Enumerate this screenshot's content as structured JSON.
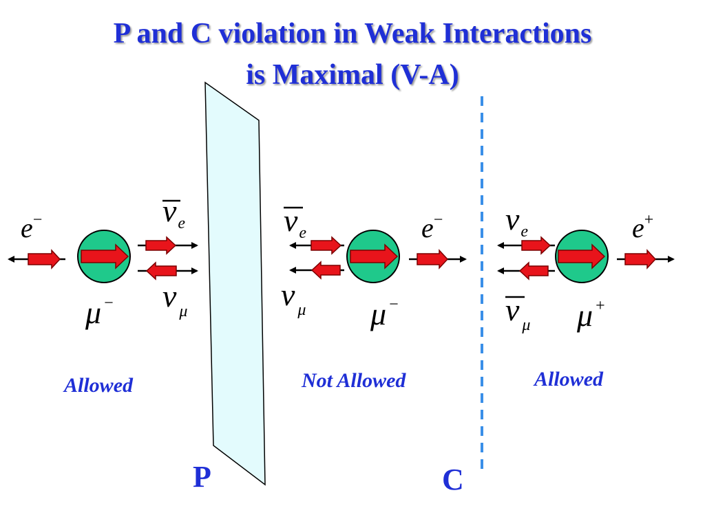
{
  "title": {
    "line1": "P and C violation in Weak Interactions",
    "line2": "is Maximal (V-A)"
  },
  "mirrors": {
    "p_label": "P",
    "c_label": "C"
  },
  "panels": [
    {
      "caption": "Allowed",
      "decaying": {
        "base": "μ",
        "sup": "−"
      },
      "electron": {
        "base": "e",
        "sup": "−"
      },
      "neutrino_upper": {
        "base": "ν",
        "sub": "e",
        "bar": true
      },
      "neutrino_lower": {
        "base": "ν",
        "sub": "μ",
        "bar": false
      }
    },
    {
      "caption": "Not Allowed",
      "decaying": {
        "base": "μ",
        "sup": "−"
      },
      "electron": {
        "base": "e",
        "sup": "−"
      },
      "neutrino_upper": {
        "base": "ν",
        "sub": "e",
        "bar": true
      },
      "neutrino_lower": {
        "base": "ν",
        "sub": "μ",
        "bar": false
      }
    },
    {
      "caption": "Allowed",
      "decaying": {
        "base": "μ",
        "sup": "+"
      },
      "electron": {
        "base": "e",
        "sup": "+"
      },
      "neutrino_upper": {
        "base": "ν",
        "sub": "e",
        "bar": false
      },
      "neutrino_lower": {
        "base": "ν",
        "sub": "μ",
        "bar": true
      }
    }
  ],
  "colors": {
    "title": "#1f2fd6",
    "muon_fill": "#1fc98b",
    "spin_arrow": "#e8141b",
    "mirror_fill": "#e3fbfd",
    "c_line": "#3a8fe8"
  }
}
